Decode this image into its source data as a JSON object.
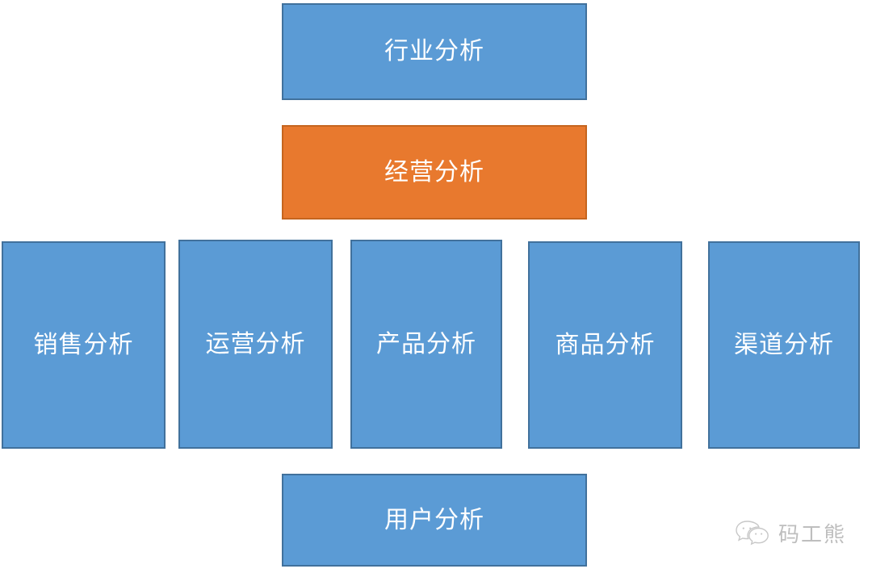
{
  "diagram": {
    "type": "hierarchy-block-diagram",
    "background_color": "#FFFFFF",
    "palette": {
      "blue_fill": "#5B9BD5",
      "blue_border": "#41719C",
      "orange_fill": "#E8792E",
      "orange_border": "#C5651F",
      "label_color": "#FFFFFF",
      "watermark_color": "#8A8A8A"
    },
    "levels": [
      {
        "name": "top",
        "nodes": [
          {
            "id": "industry",
            "label": "行业分析",
            "color": "blue"
          }
        ]
      },
      {
        "name": "highlight",
        "nodes": [
          {
            "id": "business",
            "label": "经营分析",
            "color": "orange"
          }
        ]
      },
      {
        "name": "middle",
        "nodes": [
          {
            "id": "sales",
            "label": "销售分析",
            "color": "blue"
          },
          {
            "id": "operations",
            "label": "运营分析",
            "color": "blue"
          },
          {
            "id": "product",
            "label": "产品分析",
            "color": "blue"
          },
          {
            "id": "goods",
            "label": "商品分析",
            "color": "blue"
          },
          {
            "id": "channel",
            "label": "渠道分析",
            "color": "blue"
          }
        ]
      },
      {
        "name": "bottom",
        "nodes": [
          {
            "id": "user",
            "label": "用户分析",
            "color": "blue"
          }
        ]
      }
    ]
  },
  "watermark": {
    "icon": "wechat-icon",
    "text": "码工熊"
  }
}
